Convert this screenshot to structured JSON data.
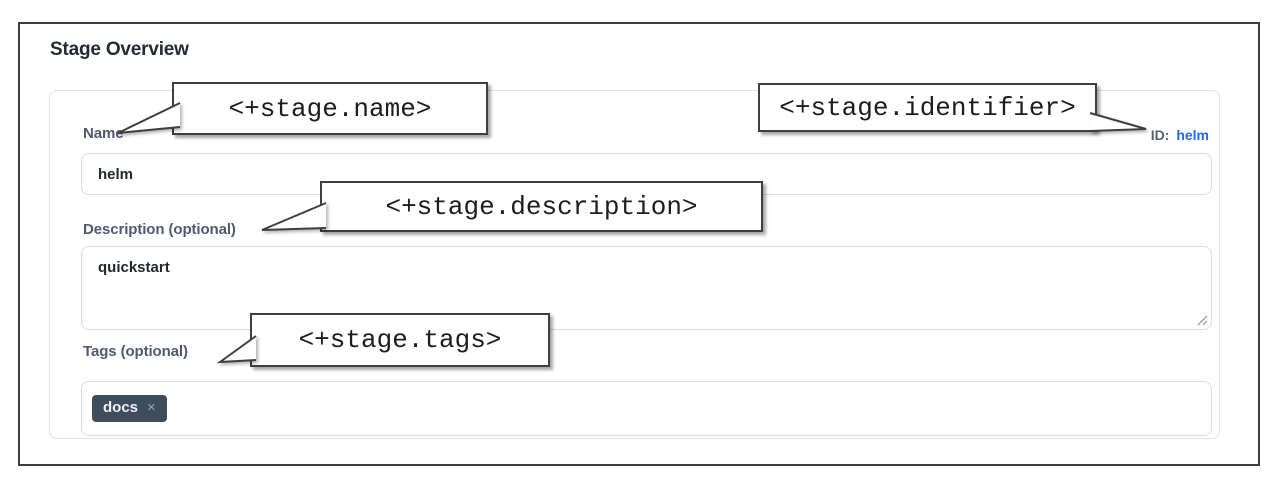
{
  "page": {
    "title": "Stage Overview"
  },
  "form": {
    "name": {
      "label": "Name",
      "value": "helm"
    },
    "id": {
      "label": "ID:",
      "value": "helm"
    },
    "description": {
      "label": "Description (optional)",
      "value": "quickstart"
    },
    "tags": {
      "label": "Tags (optional)",
      "chips": [
        {
          "label": "docs",
          "remove_icon": "×"
        }
      ]
    }
  },
  "annotations": [
    {
      "text": "<+stage.name>"
    },
    {
      "text": "<+stage.identifier>"
    },
    {
      "text": "<+stage.description>"
    },
    {
      "text": "<+stage.tags>"
    }
  ],
  "colors": {
    "id_link": "#1f6be0",
    "field_label": "#4d5b70",
    "chip_bg": "#3e4c5c",
    "callout_border": "#3f3f3f"
  }
}
